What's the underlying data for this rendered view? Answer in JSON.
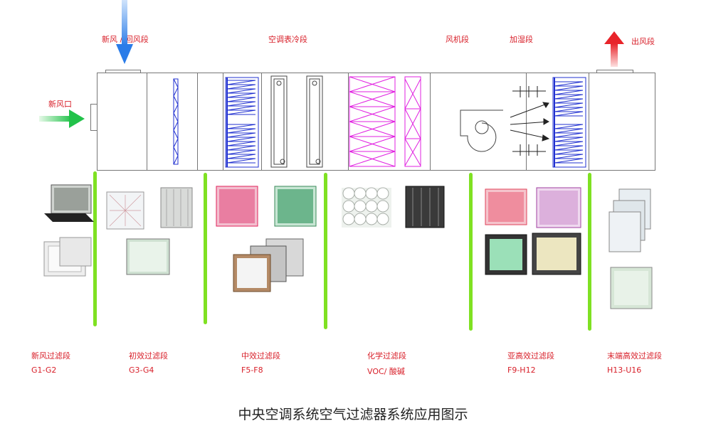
{
  "diagram": {
    "title": "中央空调系统空气过滤器系统应用图示",
    "top_labels": {
      "fresh_return": "新风 / 回风段",
      "cooling_coil": "空调表冷段",
      "fan": "风机段",
      "humidify": "加湿段",
      "outlet": "出风段"
    },
    "inlet_label": "新风口",
    "stages": [
      {
        "name": "新风过滤段",
        "grade": "G1-G2"
      },
      {
        "name": "初效过滤段",
        "grade": "G3-G4"
      },
      {
        "name": "中效过滤段",
        "grade": "F5-F8"
      },
      {
        "name": "化学过滤段",
        "grade": "VOC/ 酸碱"
      },
      {
        "name": "亚高效过滤段",
        "grade": "F9-H12"
      },
      {
        "name": "末端高效过滤段",
        "grade": "H13-U16"
      }
    ],
    "colors": {
      "label_red": "#d8202a",
      "divider_green": "#7fe122",
      "inlet_arrow_green": "#22c24a",
      "blue_filter": "#2030d0",
      "magenta_filter": "#e020e0",
      "down_arrow_blue": "#2a7ce8",
      "up_arrow_red": "#e8242a"
    }
  }
}
